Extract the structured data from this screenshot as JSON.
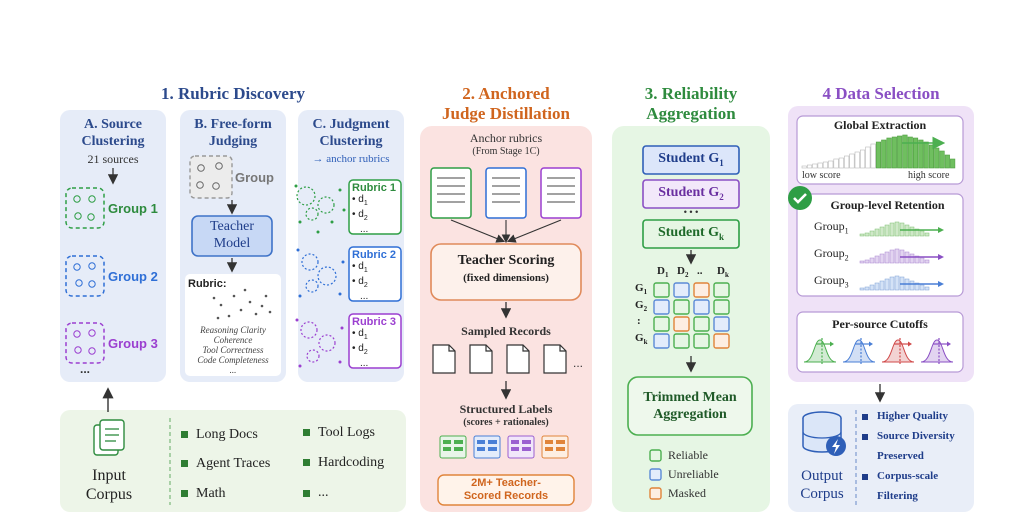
{
  "s1": {
    "title": "1. Rubric Discovery",
    "colA": {
      "line1": "A. Source",
      "line2": "Clustering",
      "sources": "21 sources",
      "groups": [
        "Group 1",
        "Group 2",
        "Group 3"
      ],
      "more": "..."
    },
    "colB": {
      "line1": "B. Free-form",
      "line2": "Judging",
      "group": "Group",
      "teacher1": "Teacher",
      "teacher2": "Model",
      "rubric_label": "Rubric:",
      "dims": [
        "Reasoning Clarity",
        "Coherence",
        "Tool Correctness",
        "Code Completeness",
        "..."
      ]
    },
    "colC": {
      "line1": "C. Judgment",
      "line2": "Clustering",
      "arrow_note": "→ anchor rubrics",
      "rubrics": [
        "Rubric 1",
        "Rubric 2",
        "Rubric 3"
      ],
      "d1": "d",
      "d2": "d",
      "sub1": "1",
      "sub2": "2",
      "dots": "..."
    }
  },
  "input": {
    "title1": "Input",
    "title2": "Corpus",
    "items": [
      "Long Docs",
      "Tool Logs",
      "Agent Traces",
      "Hardcoding",
      "Math",
      "..."
    ]
  },
  "s2": {
    "title1": "2. Anchored",
    "title2": "Judge Distillation",
    "anchor1": "Anchor rubrics",
    "anchor2": "(From Stage 1C)",
    "teacher1": "Teacher Scoring",
    "teacher2": "(fixed dimensions)",
    "sampled": "Sampled Records",
    "dots": "...",
    "labels1": "Structured Labels",
    "labels2": "(scores + rationales)",
    "records1": "2M+ Teacher-",
    "records2": "Scored Records"
  },
  "s3": {
    "title1": "3. Reliability",
    "title2": "Aggregation",
    "student": "Student",
    "g": "G",
    "subs": [
      "1",
      "2",
      "k"
    ],
    "dots": "• • •",
    "col_labels": [
      "D",
      "D",
      "..",
      "D"
    ],
    "col_subs": [
      "1",
      "2",
      "",
      "k"
    ],
    "row_labels": [
      "G",
      "G",
      ":",
      "G"
    ],
    "row_subs": [
      "1",
      "2",
      "",
      "k"
    ],
    "agg1": "Trimmed Mean",
    "agg2": "Aggregation",
    "legend": [
      "Reliable",
      "Unreliable",
      "Masked"
    ]
  },
  "s4": {
    "title": "4 Data Selection",
    "global": "Global Extraction",
    "low": "low score",
    "high": "high score",
    "retention": "Group-level Retention",
    "group": "Group",
    "gsubs": [
      "1",
      "2",
      "3"
    ],
    "cutoffs": "Per-source Cutoffs"
  },
  "output": {
    "title1": "Output",
    "title2": "Corpus",
    "items": [
      "Higher Quality",
      "Source Diversity",
      "Preserved",
      "Corpus-scale",
      "Filtering"
    ]
  },
  "colors": {
    "blue_title": "#2c4a8c",
    "orange": "#d0651e",
    "green": "#2e8b3e",
    "purple": "#8a4fc4"
  }
}
